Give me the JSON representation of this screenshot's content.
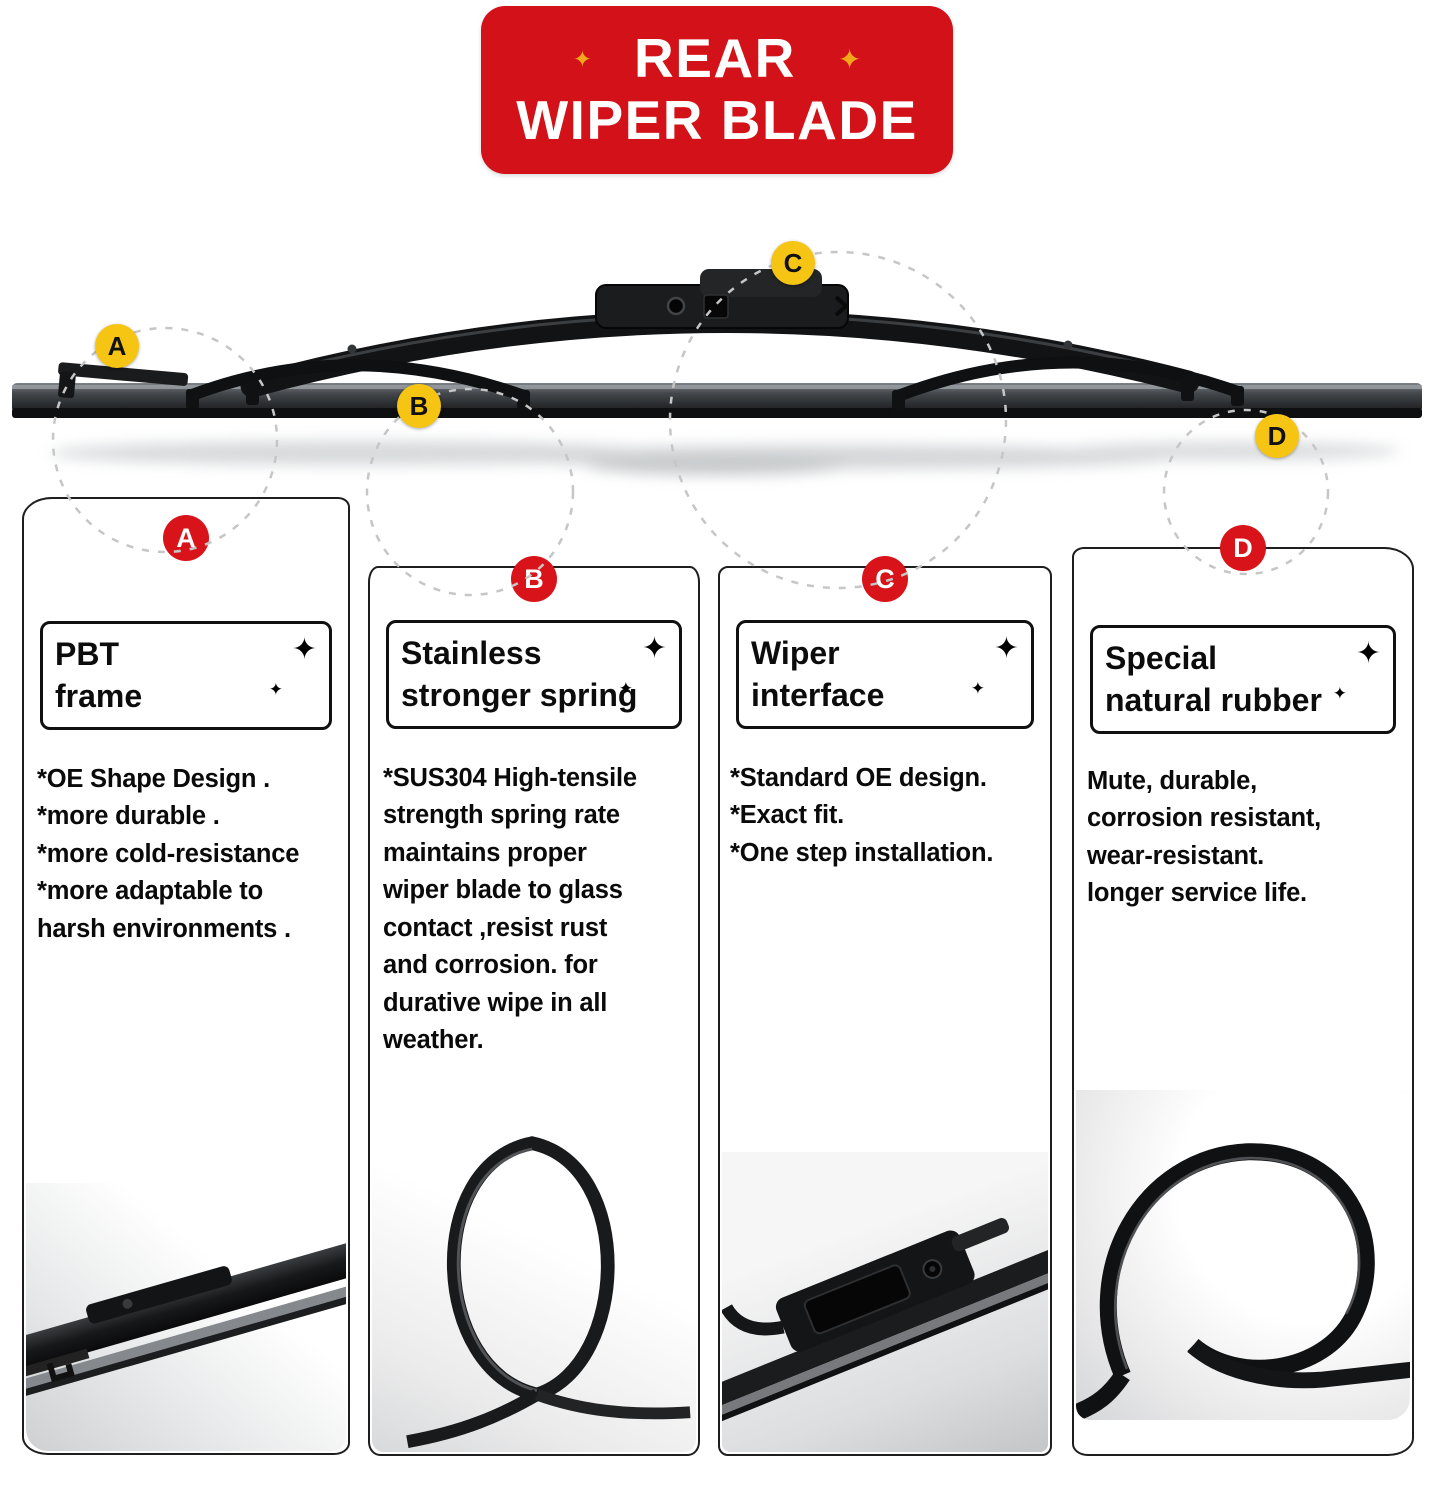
{
  "badge": {
    "line1": "REAR",
    "line2": "WIPER BLADE"
  },
  "icons": {
    "sparkle": "✦"
  },
  "callouts": [
    {
      "letter": "A"
    },
    {
      "letter": "B"
    },
    {
      "letter": "C"
    },
    {
      "letter": "D"
    }
  ],
  "panels": [
    {
      "letter": "A",
      "title1": "PBT",
      "title2": "frame",
      "description": "*OE Shape Design .\n*more durable .\n*more cold-resistance\n*more adaptable to\nharsh environments ."
    },
    {
      "letter": "B",
      "title1": "Stainless",
      "title2": "stronger spring",
      "description": "*SUS304 High-tensile\nstrength spring rate\nmaintains proper\nwiper blade to glass\ncontact ,resist rust\nand corrosion. for\ndurative wipe in all\nweather."
    },
    {
      "letter": "C",
      "title1": "Wiper",
      "title2": "interface",
      "description": "*Standard OE design.\n*Exact fit.\n*One step installation."
    },
    {
      "letter": "D",
      "title1": "Special",
      "title2": "natural rubber",
      "description": "Mute, durable,\ncorrosion resistant,\nwear-resistant.\nlonger service life."
    }
  ],
  "colors": {
    "badge_red": "#d31118",
    "letter_red": "#d8131a",
    "callout_yellow": "#f6c514",
    "sparkle_orange": "#f2a71b",
    "text_black": "#0b0b0b"
  }
}
